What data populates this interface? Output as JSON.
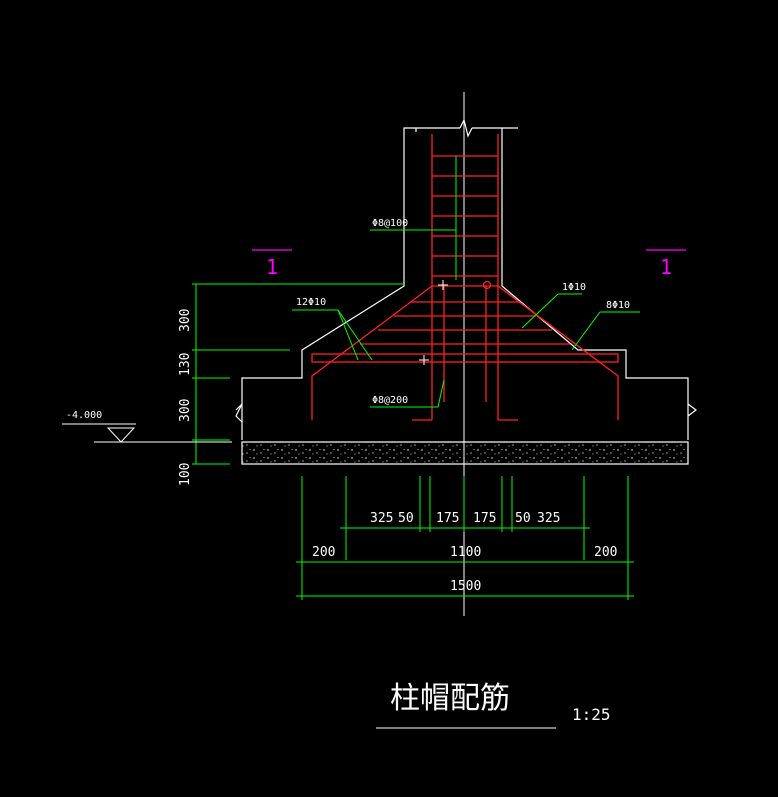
{
  "title": "柱帽配筋",
  "scale": "1:25",
  "section_mark": "1",
  "elevation": "-4.000",
  "rebar": {
    "column_stirrup": "Φ8@100",
    "cap_bars": "12Φ10",
    "corner_bar": "1Φ10",
    "side_bars": "8Φ10",
    "base_stirrup": "Φ8@200"
  },
  "vertical_dims": [
    "300",
    "130",
    "300",
    "100"
  ],
  "horizontal_dims": {
    "row1": [
      "325",
      "50",
      "175",
      "175",
      "50",
      "325"
    ],
    "row2": [
      "200",
      "1100",
      "200"
    ],
    "row3": [
      "1500"
    ]
  },
  "colors": {
    "background": "#000000",
    "outline": "#ffffff",
    "rebar": "#ff2020",
    "dimension": "#00ff00",
    "section": "#ff00ff"
  }
}
